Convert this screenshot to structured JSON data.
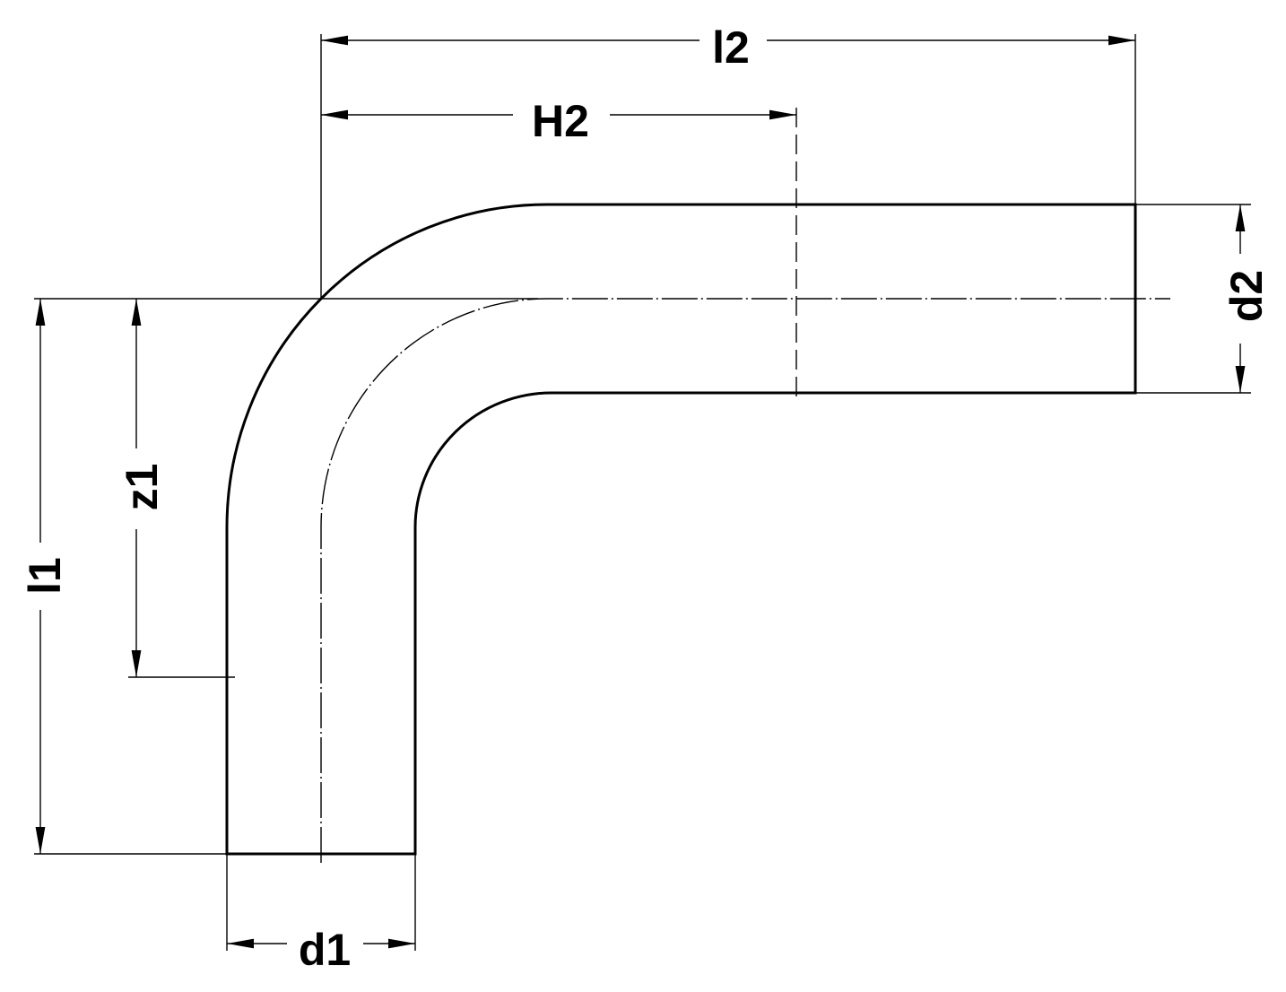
{
  "title": "90° pipe bend dimension drawing",
  "dimensions": {
    "l2": "l2",
    "h2": "H2",
    "d2": "d2",
    "l1": "l1",
    "z1": "z1",
    "d1": "d1"
  },
  "colors": {
    "line": "#000000",
    "background": "#ffffff"
  }
}
